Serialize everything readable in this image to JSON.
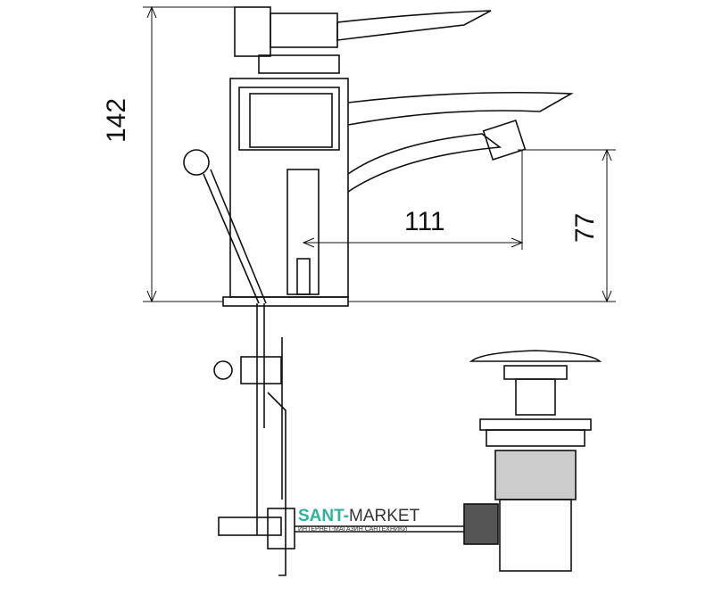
{
  "dimensions": {
    "height_total": "142",
    "spout_reach": "111",
    "spout_height": "77"
  },
  "watermark": {
    "brand_a": "SANT-",
    "brand_b": "MARKET",
    "tagline": "ИНТЕРНЕТ-МАГАЗИН САНТЕХНИКИ"
  },
  "colors": {
    "line": "#111111",
    "brand": "#2bb39b"
  }
}
